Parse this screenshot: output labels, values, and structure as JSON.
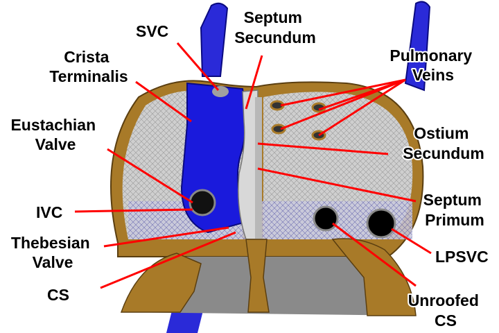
{
  "labels": {
    "svc": [
      "SVC"
    ],
    "septum_secundum": [
      "Septum",
      "Secundum"
    ],
    "crista_terminalis": [
      "Crista",
      "Terminalis"
    ],
    "pulmonary_veins": [
      "Pulmonary",
      "Veins"
    ],
    "eustachian_valve": [
      "Eustachian",
      "Valve"
    ],
    "ostium_secundum": [
      "Ostium",
      "Secundum"
    ],
    "ivc": [
      "IVC"
    ],
    "septum_primum": [
      "Septum",
      "Primum"
    ],
    "thebesian_valve": [
      "Thebesian",
      "Valve"
    ],
    "lpsvc": [
      "LPSVC"
    ],
    "cs": [
      "CS"
    ],
    "unroofed_cs": [
      "Unroofed",
      "CS"
    ]
  },
  "colors": {
    "leader_line": "#ff0000",
    "vessel_blue": "#1a1adc",
    "tissue_brown": "#a87a28",
    "chamber_gray": "#c8c8c8"
  }
}
